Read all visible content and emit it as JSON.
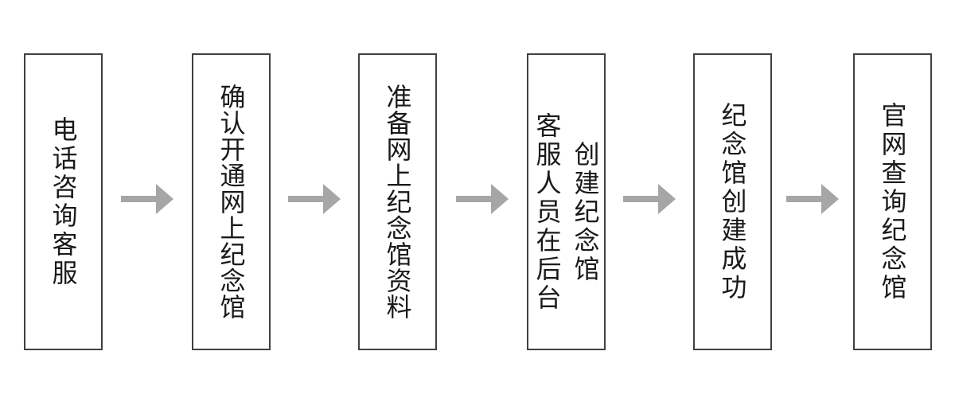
{
  "flowchart": {
    "steps": [
      {
        "label": "电话咨询客服"
      },
      {
        "label": "确认开通网上纪念馆"
      },
      {
        "label": "准备网上纪念馆资料"
      },
      {
        "label": "客服人员在后台\n创建纪念馆"
      },
      {
        "label": "纪念馆创建成功"
      },
      {
        "label": "官网查询纪念馆"
      }
    ],
    "connector": "right-arrow",
    "colors": {
      "arrow": "#a6a6a6",
      "box_border": "#404040",
      "text": "#1a1a1a",
      "background": "#ffffff"
    }
  }
}
